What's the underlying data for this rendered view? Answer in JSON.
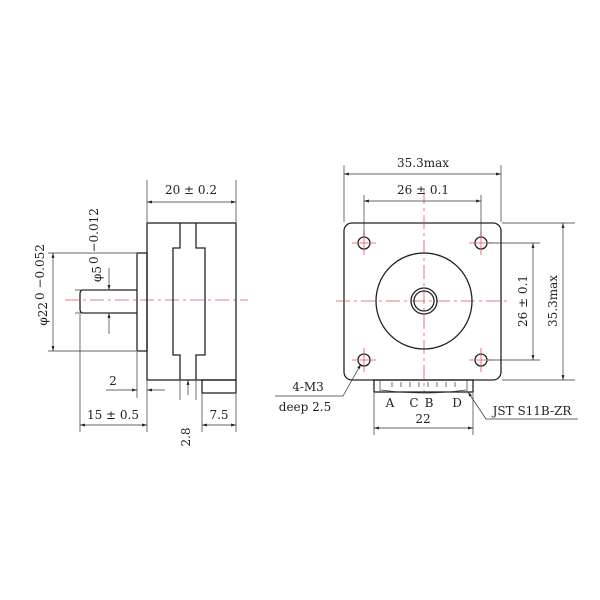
{
  "side_view": {
    "length_dim": "20 ± 0.2",
    "flange_dia_dim": "φ22",
    "flange_dia_tol": "0 −0.052",
    "shaft_dia_dim": "φ5",
    "shaft_dia_tol": "0 −0.012",
    "flange_height_dim": "2",
    "shaft_length_dim": "15 ± 0.5",
    "slot_dim": "2.8",
    "tab_dim": "7.5"
  },
  "front_view": {
    "width_dim": "35.3max",
    "hole_spacing_h": "26 ± 0.1",
    "hole_spacing_v": "26 ± 0.1",
    "height_dim": "35.3max",
    "connector_width_dim": "22",
    "hole_spec_1": "4-M3",
    "hole_spec_2": "deep 2.5",
    "connector_spec": "JST S11B-ZR",
    "pins": [
      "A",
      "C",
      "B",
      "D"
    ]
  },
  "colors": {
    "outline": "#222222",
    "centerline": "#e8505a"
  }
}
